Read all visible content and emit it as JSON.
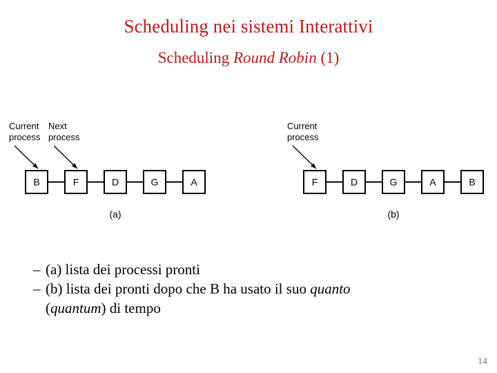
{
  "slide": {
    "title": "Scheduling nei sistemi Interattivi",
    "subtitle_pre": "Scheduling ",
    "subtitle_italic": "Round Robin",
    "subtitle_post": " (1)",
    "page_number": "14",
    "title_color": "#BB1A1A",
    "body_color": "#000000",
    "page_number_color": "#777777"
  },
  "figure": {
    "panel_a": {
      "caption": "(a)",
      "boxes": [
        "B",
        "F",
        "D",
        "G",
        "A"
      ],
      "annotations": [
        {
          "line1": "Current",
          "line2": "process",
          "target_box": "B"
        },
        {
          "line1": "Next",
          "line2": "process",
          "target_box": "F"
        }
      ]
    },
    "panel_b": {
      "caption": "(b)",
      "boxes": [
        "F",
        "D",
        "G",
        "A",
        "B"
      ],
      "annotations": [
        {
          "line1": "Current",
          "line2": "process",
          "target_box": "F"
        }
      ]
    }
  },
  "bullets": [
    {
      "marker": "–",
      "segments": [
        {
          "text": "(a) lista dei processi pronti",
          "italic": false
        }
      ]
    },
    {
      "marker": "–",
      "segments": [
        {
          "text": "(b) lista dei pronti dopo che B ha usato il suo ",
          "italic": false
        },
        {
          "text": "quanto",
          "italic": true
        }
      ]
    },
    {
      "marker": "",
      "continuation": true,
      "segments": [
        {
          "text": "(",
          "italic": false
        },
        {
          "text": "quantum",
          "italic": true
        },
        {
          "text": ") di tempo",
          "italic": false
        }
      ]
    }
  ]
}
